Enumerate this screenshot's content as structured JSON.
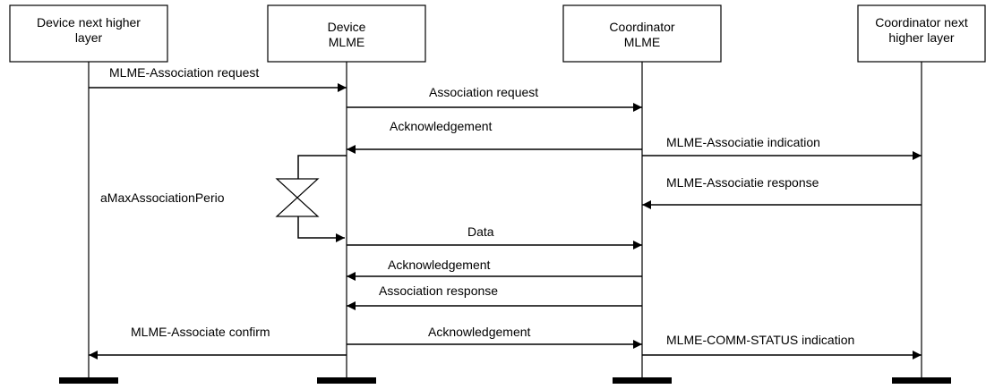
{
  "lifelines": [
    {
      "id": "dev_nhl",
      "label_lines": [
        "Device next higher",
        "layer"
      ]
    },
    {
      "id": "dev_mlme",
      "label_lines": [
        "Device",
        "MLME"
      ]
    },
    {
      "id": "coord_mlme",
      "label_lines": [
        "Coordinator",
        "MLME"
      ]
    },
    {
      "id": "coord_nhl",
      "label_lines": [
        "Coordinator next",
        "higher layer"
      ]
    }
  ],
  "messages": [
    {
      "label": "MLME-Association request",
      "from": "dev_nhl",
      "to": "dev_mlme"
    },
    {
      "label": "Association request",
      "from": "dev_mlme",
      "to": "coord_mlme"
    },
    {
      "label": "Acknowledgement",
      "from": "coord_mlme",
      "to": "dev_mlme"
    },
    {
      "label": "MLME-Associatie indication",
      "from": "coord_mlme",
      "to": "coord_nhl"
    },
    {
      "label": "MLME-Associatie response",
      "from": "coord_nhl",
      "to": "coord_mlme"
    },
    {
      "label": "Data",
      "from": "dev_mlme",
      "to": "coord_mlme"
    },
    {
      "label": "Acknowledgement",
      "from": "coord_mlme",
      "to": "dev_mlme"
    },
    {
      "label": "Association response",
      "from": "coord_mlme",
      "to": "dev_mlme"
    },
    {
      "label": "MLME-Associate confirm",
      "from": "dev_mlme",
      "to": "dev_nhl"
    },
    {
      "label": "Acknowledgement",
      "from": "dev_mlme",
      "to": "coord_mlme"
    },
    {
      "label": "MLME-COMM-STATUS indication",
      "from": "coord_mlme",
      "to": "coord_nhl"
    }
  ],
  "timer": {
    "label": "aMaxAssociationPerio"
  }
}
